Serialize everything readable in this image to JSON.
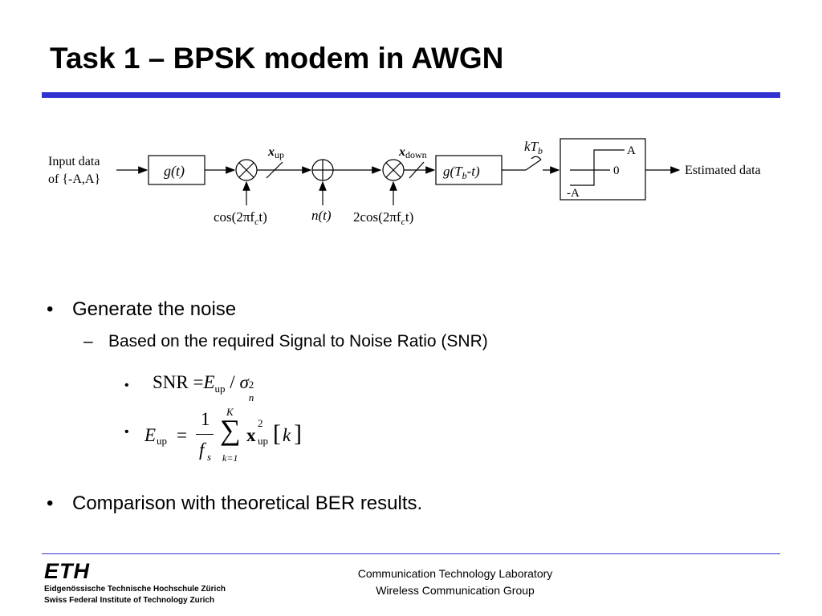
{
  "title": "Task 1 – BPSK modem in AWGN",
  "diagram": {
    "input_line1": "Input data",
    "input_line2": "of {-A,A}",
    "g_block": "g(t)",
    "x_up": "x",
    "x_up_sub": "up",
    "carrier_up": "cos(2πf",
    "carrier_up_sub": "c",
    "carrier_up_end": "t)",
    "noise": "n(t)",
    "x_down": "x",
    "x_down_sub": "down",
    "matched_filter": "g(T",
    "matched_filter_sub": "b",
    "matched_filter_end": "-t)",
    "carrier_down": "2cos(2πf",
    "carrier_down_sub": "c",
    "carrier_down_end": "t)",
    "sampler": "kT",
    "sampler_sub": "b",
    "decision_A": "A",
    "decision_0": "0",
    "decision_negA": "-A",
    "output": "Estimated data"
  },
  "bullets": {
    "b1": "Generate the noise",
    "b1_sub": "Based on the required Signal to Noise Ratio (SNR)",
    "b3": "Comparison with theoretical BER results."
  },
  "equations": {
    "snr_lhs": "SNR",
    "snr_eq": "=",
    "snr_E": "E",
    "snr_E_sub": "up",
    "snr_slash": "/",
    "snr_sigma": "σ",
    "snr_sigma_sup": "2",
    "snr_sigma_sub": "n",
    "eup_E": "E",
    "eup_E_sub": "up",
    "eup_eq": "=",
    "eup_num": "1",
    "eup_den": "f",
    "eup_den_sub": "s",
    "eup_sum_top": "K",
    "eup_sum_bot": "k=1",
    "eup_x": "x",
    "eup_x_sup": "2",
    "eup_x_sub": "up",
    "eup_k": "k"
  },
  "footer": {
    "line1": "Communication Technology Laboratory",
    "line2": "Wireless Communication Group",
    "eth_logo": "ETH",
    "eth_line1": "Eidgenössische Technische Hochschule Zürich",
    "eth_line2": "Swiss Federal Institute of Technology Zurich"
  }
}
